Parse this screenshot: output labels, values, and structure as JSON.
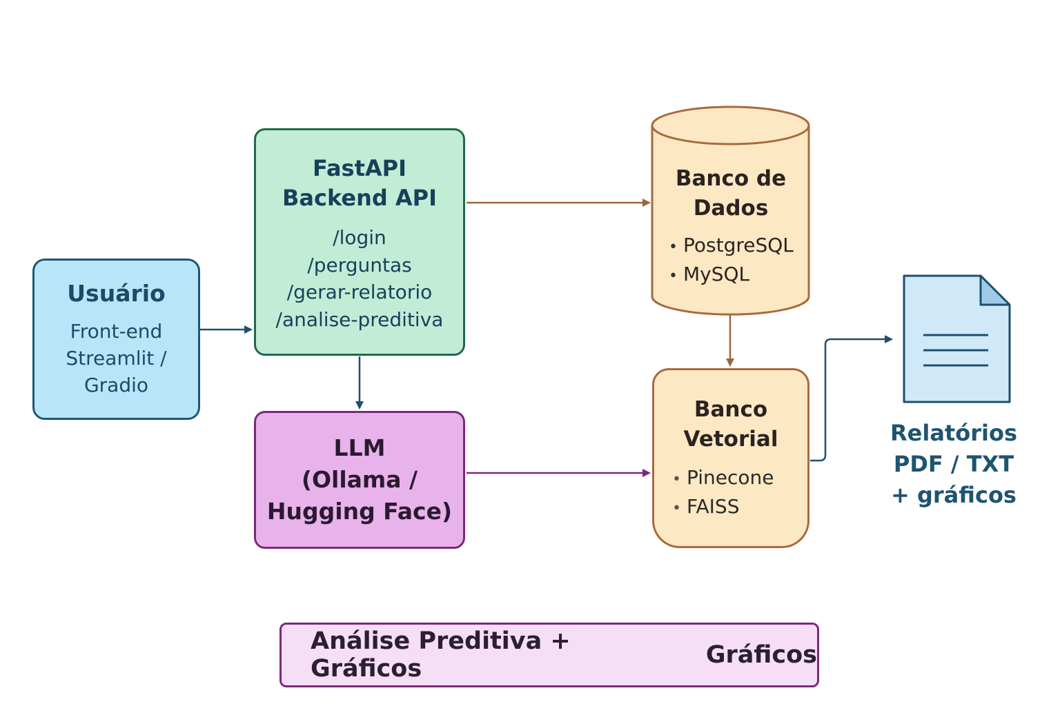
{
  "usuario": {
    "title": "Usuário",
    "lines": [
      "Front-end",
      "Streamlit /",
      "Gradio"
    ]
  },
  "fastapi": {
    "title_lines": [
      "FastAPI",
      "Backend API"
    ],
    "routes": [
      "/login",
      "/perguntas",
      "/gerar-relatorio",
      "/analise-preditiva"
    ]
  },
  "llm": {
    "lines": [
      "LLM",
      "(Ollama /",
      "Hugging Face)"
    ]
  },
  "banco_dados": {
    "title_lines": [
      "Banco de",
      "Dados"
    ],
    "items": [
      "PostgreSQL",
      "MySQL"
    ]
  },
  "banco_vetorial": {
    "title_lines": [
      "Banco",
      "Vetorial"
    ],
    "items": [
      "Pinecone",
      "FAISS"
    ]
  },
  "relatorios": {
    "lines": [
      "Relatórios",
      "PDF / TXT",
      "+ gráficos"
    ],
    "icon": "document-icon"
  },
  "footer": {
    "left_text": "Análise Preditiva + Gráficos",
    "right_text": "Gráficos"
  },
  "colors": {
    "usuario_fill": "#b8e5f8",
    "fastapi_fill": "#c3ecd6",
    "llm_fill": "#e8b2ea",
    "database_fill": "#fde8c4",
    "document_fill": "#cfe9f8",
    "arrow_blue": "#1d4f6e",
    "arrow_brown": "#a0643a",
    "arrow_purple": "#7c2879"
  }
}
